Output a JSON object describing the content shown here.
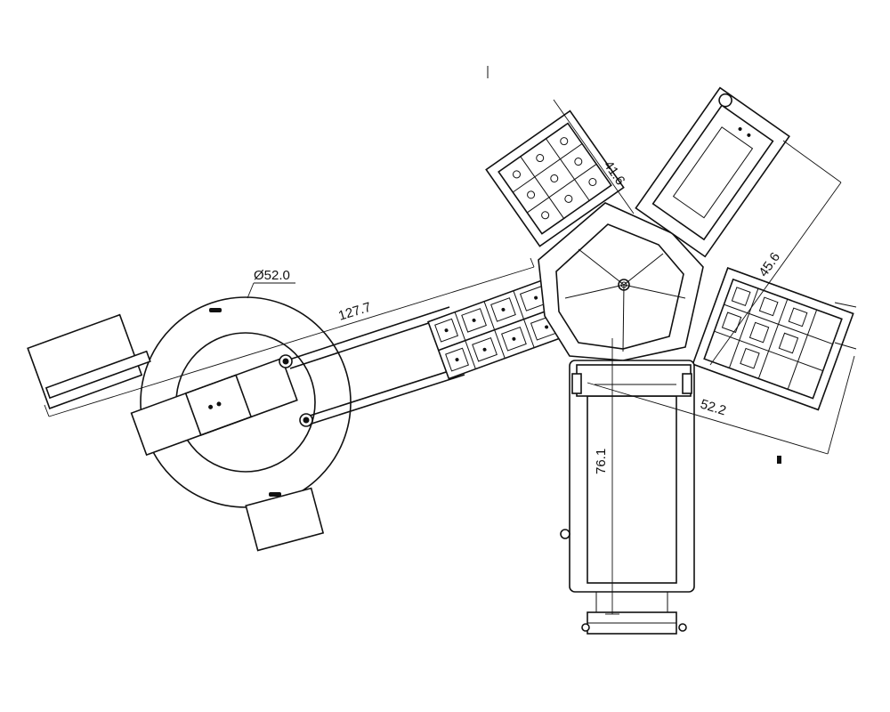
{
  "drawing": {
    "dimensions": {
      "diameter": "Ø52.0",
      "arm_length": "127.7",
      "upper_left_station": "41.6",
      "upper_right_station": "45.6",
      "right_arm": "52.2",
      "lower_station": "76.1"
    }
  }
}
